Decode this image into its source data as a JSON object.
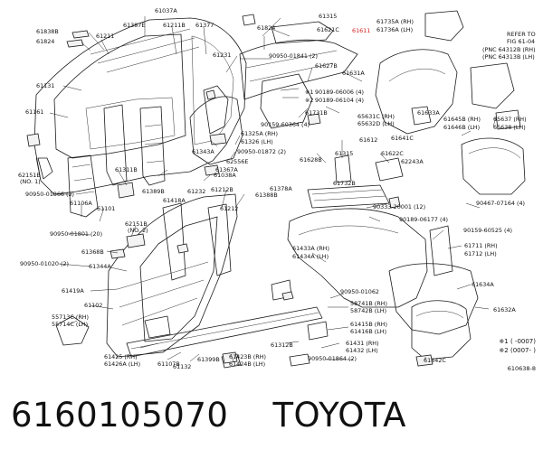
{
  "caption": {
    "part_number": "6160105070",
    "brand": "TOYOTA"
  },
  "legend": {
    "row1": "※1  (         -0007)",
    "row2": "※2  (0007-         )"
  },
  "figure_code": "610638-8",
  "colors": {
    "highlight": "#d62020",
    "line": "#1a1a1a"
  },
  "labels": [
    {
      "text": "61838B"
    },
    {
      "text": "61824"
    },
    {
      "text": "61211"
    },
    {
      "text": "61387E"
    },
    {
      "text": "61037A"
    },
    {
      "text": "61211B"
    },
    {
      "text": "61377"
    },
    {
      "text": "61315"
    },
    {
      "text": "61824"
    },
    {
      "text": "61621C"
    },
    {
      "text": "61611",
      "highlight": true
    },
    {
      "text": "61735A (RH)"
    },
    {
      "text": "61736A (LH)"
    },
    {
      "text": "REFER TO"
    },
    {
      "text": "FIG 61-04"
    },
    {
      "text": "61231"
    },
    {
      "text": "90950-01841 (2)"
    },
    {
      "text": "61627B"
    },
    {
      "text": "61631A"
    },
    {
      "text": "(PNC 64312B (RH)"
    },
    {
      "text": "(PNC 64313B (LH)"
    },
    {
      "text": "61131"
    },
    {
      "text": "90189-06006 (4)"
    },
    {
      "text": "90189-06104 (4)"
    },
    {
      "text": "※1"
    },
    {
      "text": "※2"
    },
    {
      "text": "61161"
    },
    {
      "text": "61731B"
    },
    {
      "text": "61633A"
    },
    {
      "text": "90159-60364 (4)"
    },
    {
      "text": "65631C (RH)"
    },
    {
      "text": "65632D (LH)"
    },
    {
      "text": "61645B (RH)"
    },
    {
      "text": "61646B (LH)"
    },
    {
      "text": "65637 (RH)"
    },
    {
      "text": "65638 (LH)"
    },
    {
      "text": "61343A"
    },
    {
      "text": "61325A (RH)"
    },
    {
      "text": "61326 (LH)"
    },
    {
      "text": "61612"
    },
    {
      "text": "61641C"
    },
    {
      "text": "90950-01872 (2)"
    },
    {
      "text": "62556E"
    },
    {
      "text": "61628B"
    },
    {
      "text": "61315"
    },
    {
      "text": "61622C"
    },
    {
      "text": "62243A"
    },
    {
      "text": "61311B"
    },
    {
      "text": "61367A"
    },
    {
      "text": "61038A"
    },
    {
      "text": "61732B"
    },
    {
      "text": "62151B"
    },
    {
      "text": "(NO. 1)"
    },
    {
      "text": "61378A"
    },
    {
      "text": "61389B"
    },
    {
      "text": "61232"
    },
    {
      "text": "61212B"
    },
    {
      "text": "61388B"
    },
    {
      "text": "90950-01866 (2)"
    },
    {
      "text": "61106A"
    },
    {
      "text": "61418A"
    },
    {
      "text": "90333-20001 (12)"
    },
    {
      "text": "90467-07164 (4)"
    },
    {
      "text": "61101"
    },
    {
      "text": "61212"
    },
    {
      "text": "90189-06177 (4)"
    },
    {
      "text": "62151B"
    },
    {
      "text": "(NO. 2)"
    },
    {
      "text": "90950-01801 (20)"
    },
    {
      "text": "90159-60525 (4)"
    },
    {
      "text": "61433A (RH)"
    },
    {
      "text": "61434A (LH)"
    },
    {
      "text": "61711 (RH)"
    },
    {
      "text": "61712 (LH)"
    },
    {
      "text": "61368B"
    },
    {
      "text": "90950-01020 (2)"
    },
    {
      "text": "61344A"
    },
    {
      "text": "61634A"
    },
    {
      "text": "61419A"
    },
    {
      "text": "90950-01062"
    },
    {
      "text": "61102"
    },
    {
      "text": "58741B (RH)"
    },
    {
      "text": "58742B (LH)"
    },
    {
      "text": "61632A"
    },
    {
      "text": "55713C (RH)"
    },
    {
      "text": "55714C (LH)"
    },
    {
      "text": "61415B (RH)"
    },
    {
      "text": "61416B (LH)"
    },
    {
      "text": "61425 (RH)"
    },
    {
      "text": "61426A (LH)"
    },
    {
      "text": "61312B"
    },
    {
      "text": "61431 (RH)"
    },
    {
      "text": "61432 (LH)"
    },
    {
      "text": "61107B"
    },
    {
      "text": "61132"
    },
    {
      "text": "61399B"
    },
    {
      "text": "61423B (RH)"
    },
    {
      "text": "61424B (LH)"
    },
    {
      "text": "90950-01864 (2)"
    },
    {
      "text": "61842C"
    }
  ]
}
